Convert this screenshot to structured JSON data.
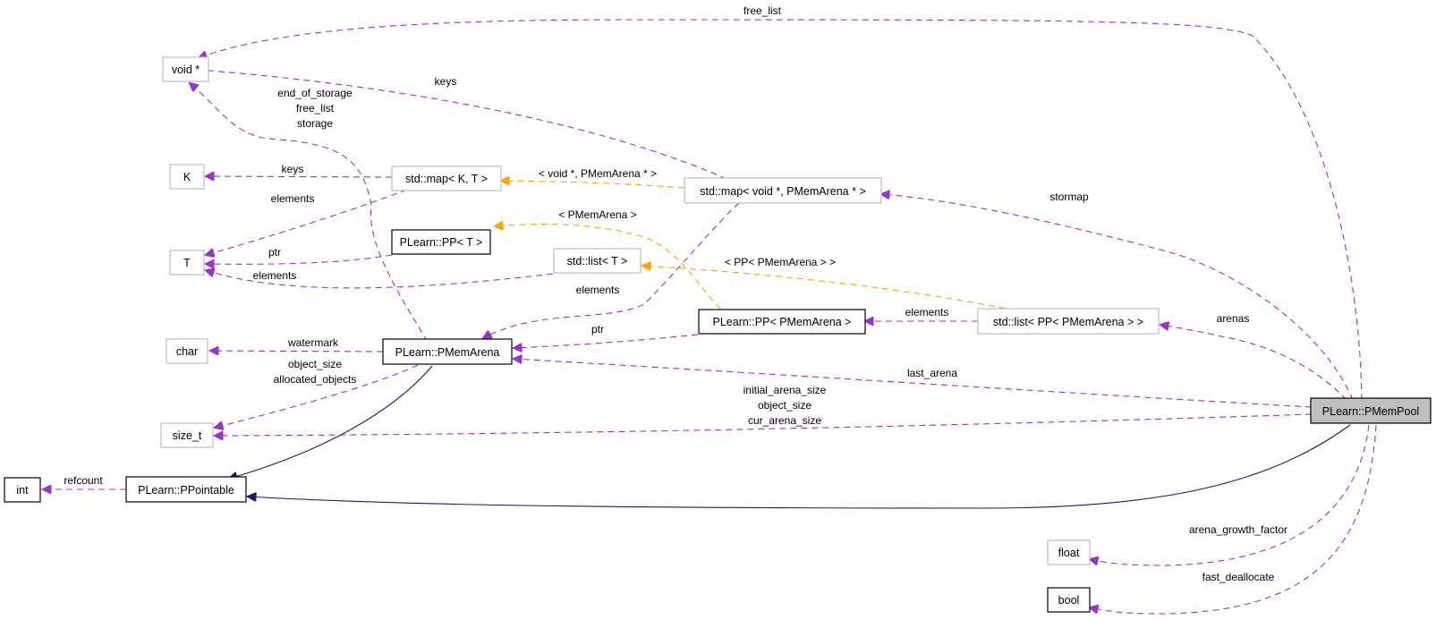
{
  "diagram": {
    "type": "collaboration-graph",
    "focus_node": "PLearn::PMemPool",
    "colors": {
      "member_edge": "#9a32cd",
      "template_edge": "#ffa500",
      "inheritance_edge": "#191970",
      "focus_fill": "#bfbfbf",
      "undocumented_border": "#bfbfbf",
      "documented_border": "#000000"
    },
    "nodes": {
      "void_ptr": "void *",
      "K": "K",
      "T": "T",
      "char": "char",
      "size_t": "size_t",
      "int": "int",
      "float": "float",
      "bool": "bool",
      "map_kt": "std::map< K, T >",
      "pp_t": "PLearn::PP< T >",
      "list_t": "std::list< T >",
      "map_void_arena": "std::map< void *, PMemArena * >",
      "pmemarena": "PLearn::PMemArena",
      "pp_arena": "PLearn::PP< PMemArena >",
      "list_pp_arena": "std::list< PP< PMemArena > >",
      "ppointable": "PLearn::PPointable",
      "pmempool": "PLearn::PMemPool"
    },
    "edge_labels": {
      "pool_free_list": "free_list",
      "map_keys_void": "keys",
      "arena_void_1": "end_of_storage",
      "arena_void_2": "free_list",
      "arena_void_3": "storage",
      "mapkt_keys": "keys",
      "mapkt_elements": "elements",
      "tmpl_map": "< void *, PMemArena * >",
      "stormap": "stormap",
      "tmpl_pp": "< PMemArena >",
      "pp_ptr_t": "ptr",
      "list_elements_t": "elements",
      "tmpl_list": "< PP< PMemArena > >",
      "map_elements_arena": "elements",
      "pp_ptr_arena": "ptr",
      "list_elements_pp": "elements",
      "arenas": "arenas",
      "watermark": "watermark",
      "arena_size_1": "object_size",
      "arena_size_2": "allocated_objects",
      "last_arena": "last_arena",
      "pool_size_1": "initial_arena_size",
      "pool_size_2": "object_size",
      "pool_size_3": "cur_arena_size",
      "refcount": "refcount",
      "arena_growth_factor": "arena_growth_factor",
      "fast_deallocate": "fast_deallocate"
    }
  }
}
